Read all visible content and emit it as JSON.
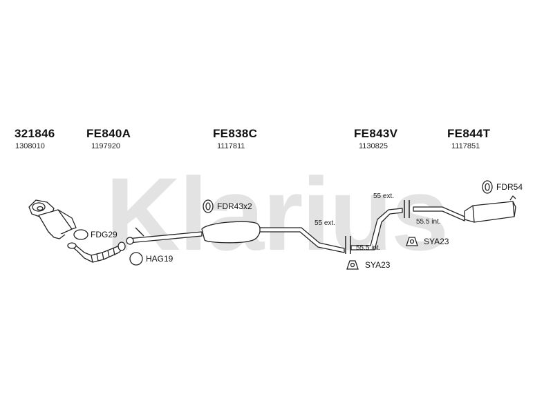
{
  "watermark": {
    "text": "Klarius",
    "color": "#e3e3e3"
  },
  "parts": [
    {
      "code": "321846",
      "number": "1308010"
    },
    {
      "code": "FE840A",
      "number": "1197920"
    },
    {
      "code": "FE838C",
      "number": "1117811"
    },
    {
      "code": "FE843V",
      "number": "1130825"
    },
    {
      "code": "FE844T",
      "number": "1117851"
    }
  ],
  "fittings": {
    "fdg29": "FDG29",
    "hag19": "HAG19",
    "fdr43x2": "FDR43x2",
    "fdr54": "FDR54",
    "sya23_upper": "SYA23",
    "sya23_lower": "SYA23"
  },
  "notes": {
    "ext_left": "55 ext.",
    "int_left": "55.5 int.",
    "ext_right": "55 ext.",
    "int_right": "55.5 int."
  },
  "colors": {
    "line": "#222222",
    "fill": "#ffffff"
  }
}
